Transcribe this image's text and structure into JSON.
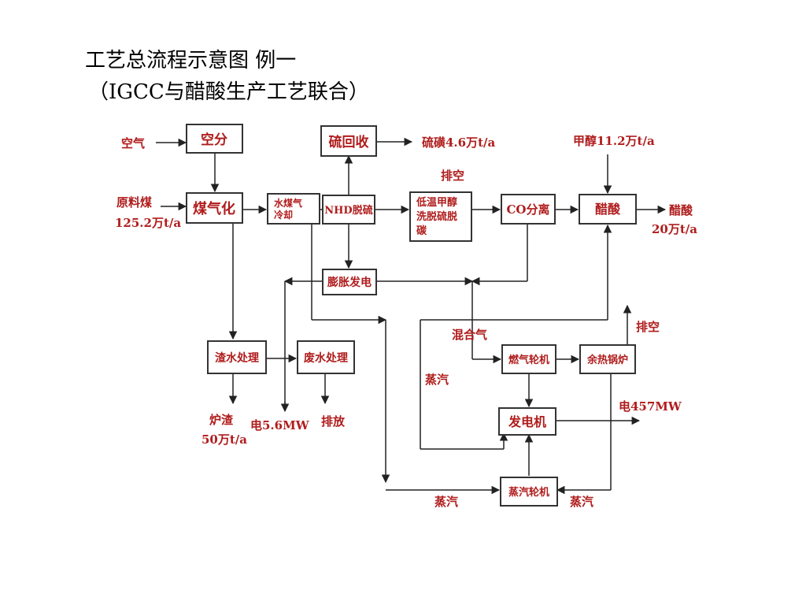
{
  "title_line1": "工艺总流程示意图 例一",
  "title_line2": "（IGCC与醋酸生产工艺联合）",
  "boxes": {
    "air_sep": "空分",
    "gasify": "煤气化",
    "quench": [
      "水煤气",
      "冷却"
    ],
    "nhd": "NHD脱硫",
    "sulfur_rec": "硫回收",
    "rectisol": [
      "低温甲醇",
      "洗脱硫脱",
      "碳"
    ],
    "co_sep": "CO分离",
    "acetic": "醋酸",
    "expander": "膨胀发电",
    "slag": "渣水处理",
    "waste": "废水处理",
    "gas_turbine": "燃气轮机",
    "hrsg": "余热锅炉",
    "generator": "发电机",
    "steam_turbine": "蒸汽轮机"
  },
  "labels": {
    "air": "空气",
    "coal": "原料煤",
    "coal_qty": "125.2万t/a",
    "sulfur": "硫磺4.6万t/a",
    "vent1": "排空",
    "methanol": "甲醇11.2万t/a",
    "acetic_out": "醋酸",
    "acetic_qty": "20万t/a",
    "mixed_gas": "混合气",
    "vent2": "排空",
    "steam_left": "蒸汽",
    "power457": "电457MW",
    "slag": "炉渣",
    "slag_qty": "50万t/a",
    "power56": "电5.6MW",
    "discharge": "排放",
    "steam_bottom": "蒸汽",
    "steam_right": "蒸汽"
  }
}
